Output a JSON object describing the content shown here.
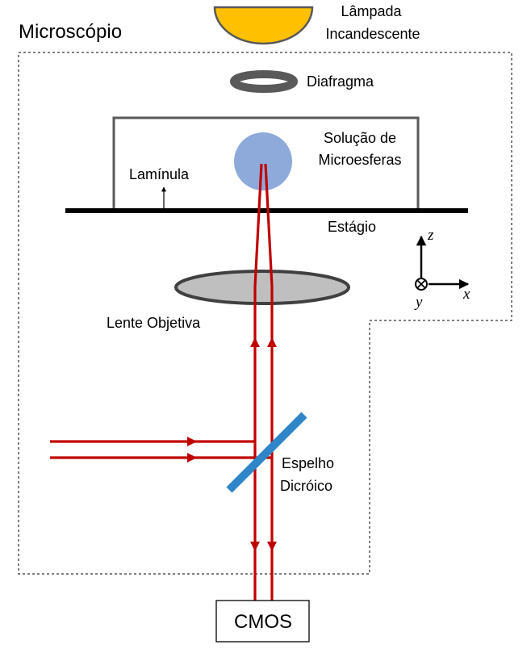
{
  "labels": {
    "microscope": "Microscópio",
    "lamp_line1": "Lâmpada",
    "lamp_line2": "Incandescente",
    "diaphragm": "Diafragma",
    "solution_line1": "Solução de",
    "solution_line2": "Microesferas",
    "coverslip": "Lamínula",
    "stage": "Estágio",
    "objective": "Lente Objetiva",
    "mirror_line1": "Espelho",
    "mirror_line2": "Dicróico",
    "camera": "CMOS"
  },
  "axes": {
    "z": "z",
    "y": "y",
    "x": "x"
  },
  "colors": {
    "lamp": "#ffc000",
    "laser": "#c00000",
    "bead": "#8eaadb",
    "mirror": "#2e86c8",
    "lens": "#bfbfbf",
    "container": "#595959",
    "diaphragm": "#595959"
  }
}
